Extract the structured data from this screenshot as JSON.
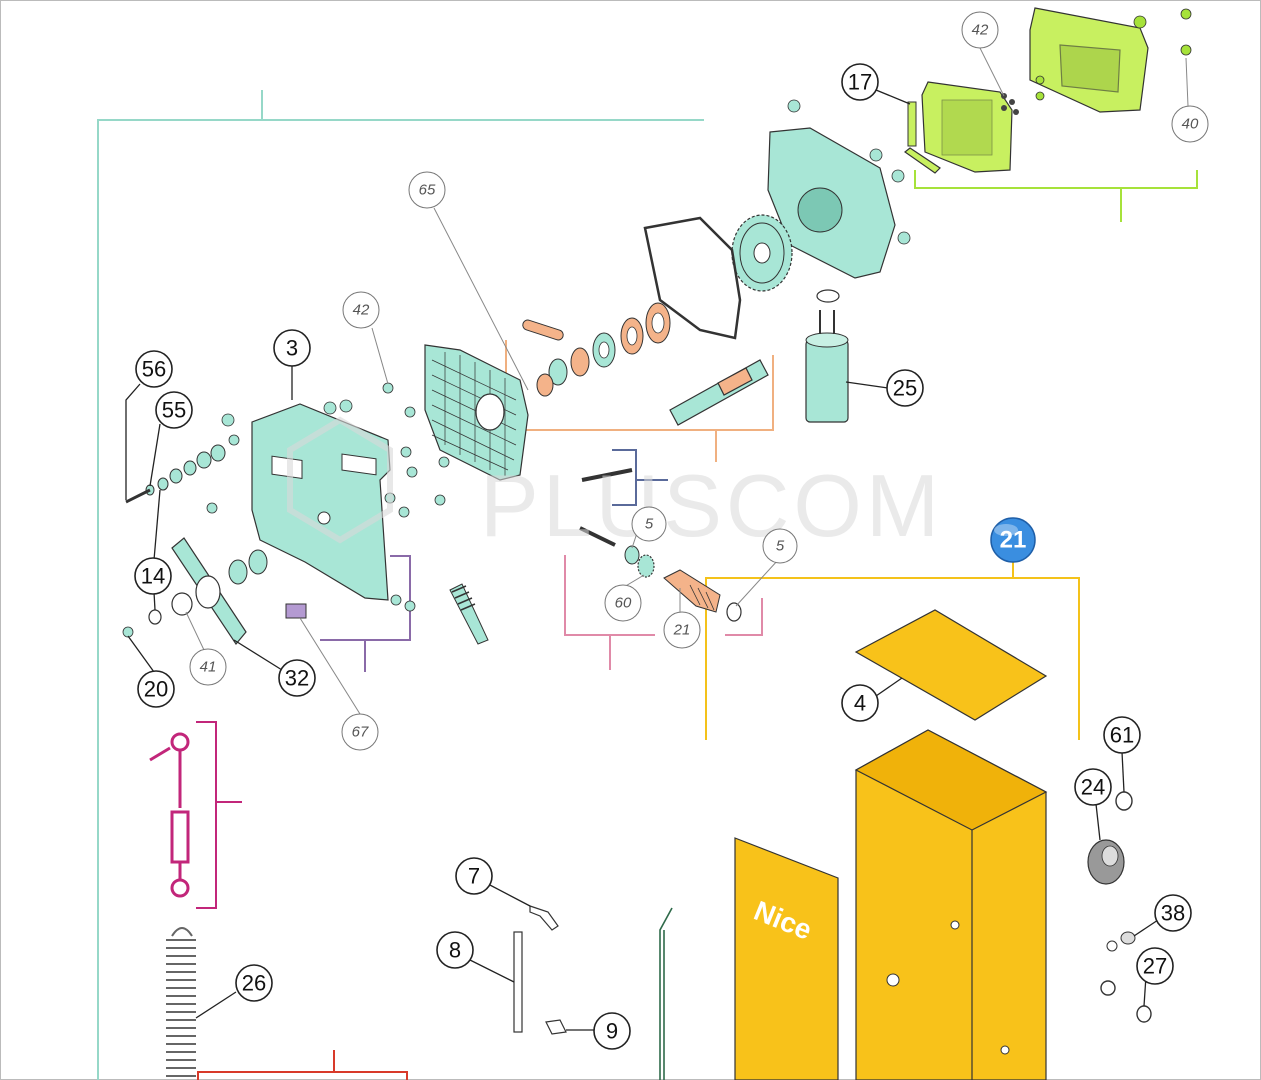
{
  "watermark": "PLUSCOM",
  "brand": "Nice",
  "badge": "21",
  "colors": {
    "teal_frame": "#96d8c8",
    "lime_frame": "#a6e23a",
    "orange_frame": "#f0b080",
    "purple_frame": "#8a6aa8",
    "pink_frame": "#e08aa8",
    "navy_frame": "#5a6a9a",
    "yellow_frame": "#f4c21a",
    "magenta_frame": "#c2267a",
    "red_frame": "#d83a2a",
    "part_teal": "#a8e6d6",
    "part_lime": "#c8f060",
    "part_yellow": "#f8c21a",
    "part_orange": "#f4b38a",
    "badge_blue": "#3a8ee0"
  },
  "callouts": [
    {
      "id": "42-top",
      "label": "42",
      "style": "light"
    },
    {
      "id": "17",
      "label": "17",
      "style": "bold"
    },
    {
      "id": "40",
      "label": "40",
      "style": "light"
    },
    {
      "id": "65",
      "label": "65",
      "style": "light"
    },
    {
      "id": "42-mid",
      "label": "42",
      "style": "light"
    },
    {
      "id": "3",
      "label": "3",
      "style": "bold"
    },
    {
      "id": "56",
      "label": "56",
      "style": "bold"
    },
    {
      "id": "55",
      "label": "55",
      "style": "bold"
    },
    {
      "id": "25",
      "label": "25",
      "style": "bold"
    },
    {
      "id": "5-a",
      "label": "5",
      "style": "light"
    },
    {
      "id": "5-b",
      "label": "5",
      "style": "light"
    },
    {
      "id": "60",
      "label": "60",
      "style": "light"
    },
    {
      "id": "21-small",
      "label": "21",
      "style": "light"
    },
    {
      "id": "14",
      "label": "14",
      "style": "bold"
    },
    {
      "id": "41",
      "label": "41",
      "style": "light"
    },
    {
      "id": "32",
      "label": "32",
      "style": "bold"
    },
    {
      "id": "20",
      "label": "20",
      "style": "bold"
    },
    {
      "id": "67",
      "label": "67",
      "style": "light"
    },
    {
      "id": "4",
      "label": "4",
      "style": "bold"
    },
    {
      "id": "61",
      "label": "61",
      "style": "bold"
    },
    {
      "id": "24",
      "label": "24",
      "style": "bold"
    },
    {
      "id": "38",
      "label": "38",
      "style": "bold"
    },
    {
      "id": "27",
      "label": "27",
      "style": "bold"
    },
    {
      "id": "7",
      "label": "7",
      "style": "bold"
    },
    {
      "id": "8",
      "label": "8",
      "style": "bold"
    },
    {
      "id": "9",
      "label": "9",
      "style": "bold"
    },
    {
      "id": "26",
      "label": "26",
      "style": "bold"
    }
  ]
}
